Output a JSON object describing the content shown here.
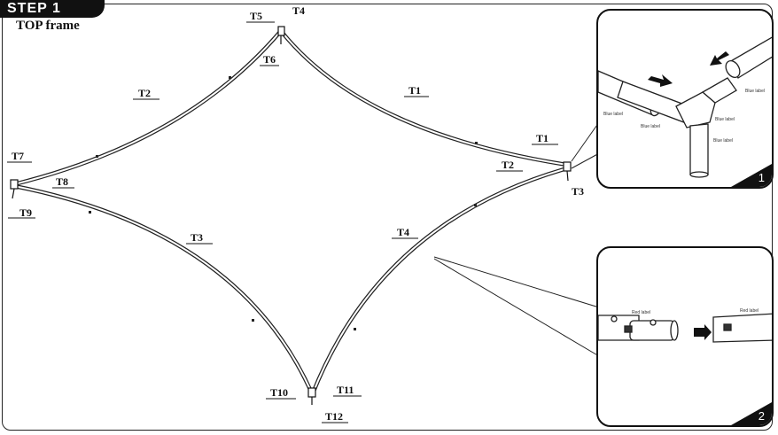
{
  "header": {
    "step": "STEP 1",
    "title": "TOP frame"
  },
  "labels": {
    "t1_top": "T1",
    "t2_top": "T2",
    "t3_bottom": "T3",
    "t4_bottom": "T4",
    "t5": "T5",
    "t4_top": "T4",
    "t6": "T6",
    "t7": "T7",
    "t8": "T8",
    "t9": "T9",
    "t1_right": "T1",
    "t2_right": "T2",
    "t3_right": "T3",
    "t10": "T10",
    "t11": "T11",
    "t12": "T12"
  },
  "insets": [
    {
      "number": "1",
      "labels": [
        "Blue label",
        "Blue label",
        "Blue label",
        "Blue label",
        "Blue label"
      ]
    },
    {
      "number": "2",
      "labels": [
        "Red label",
        "Red label"
      ]
    }
  ]
}
